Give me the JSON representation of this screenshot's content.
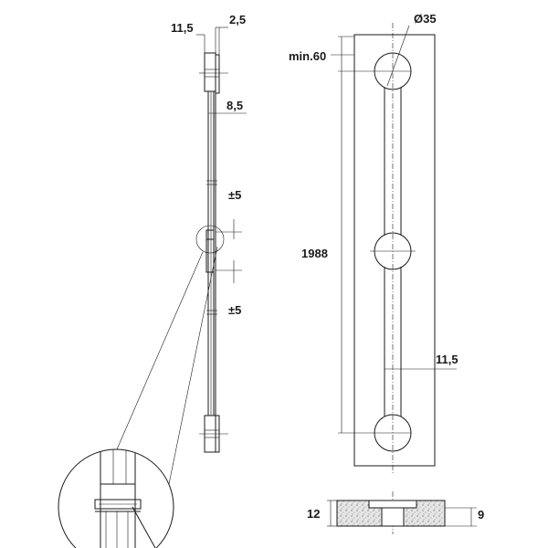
{
  "side_view": {
    "labels": {
      "dim_11_5": "11,5",
      "dim_2_5": "2,5",
      "dim_8_5": "8,5",
      "tolerance_upper": "±5",
      "tolerance_lower": "±5"
    }
  },
  "front_view": {
    "labels": {
      "diameter": "Ø35",
      "min_distance": "min.60",
      "length": "1988",
      "spacing": "11,5"
    }
  },
  "section_view": {
    "labels": {
      "height_left": "12",
      "height_right": "9"
    }
  }
}
